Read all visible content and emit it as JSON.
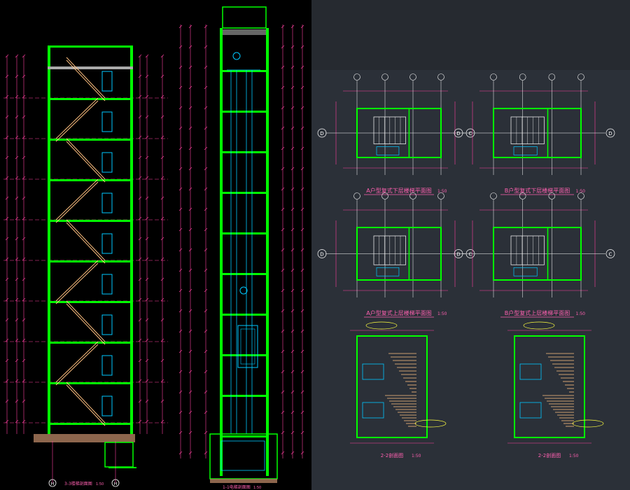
{
  "drawing": {
    "colors": {
      "background": "#000000",
      "right_panel": "#2b3038",
      "wall": "#00ff00",
      "grid": "#00c8ff",
      "dimension": "#ff40a0",
      "stair": "#ffc080",
      "title_text": "#ff60b0",
      "hatch": "#b08060",
      "white": "#ffffff",
      "yellow": "#ffff40"
    },
    "sections": {
      "stair_section_title": "3-3楼梯剖面图",
      "stair_section_scale": "1:50",
      "elevator_section_title": "1-1电梯剖面图",
      "elevator_section_scale": "1:50"
    },
    "plans": [
      {
        "title": "A户型复式下层楼梯平面图",
        "scale": "1:50",
        "axis_left": "D",
        "axis_right": "C"
      },
      {
        "title": "B户型复式下层楼梯平面图",
        "scale": "1:50",
        "axis_left": "D",
        "axis_right": "D"
      },
      {
        "title": "A户型复式上层楼梯平面图",
        "scale": "1:50",
        "axis_left": "D",
        "axis_right": "C"
      },
      {
        "title": "B户型复式上层楼梯平面图",
        "scale": "1:50",
        "axis_left": "D",
        "axis_right": "C"
      }
    ],
    "details": [
      {
        "title": "2-2剖面图",
        "scale": "1:50"
      },
      {
        "title": "2-2剖面图",
        "scale": "1:50"
      }
    ],
    "axis_bubbles_bottom": [
      "H",
      "H"
    ]
  }
}
